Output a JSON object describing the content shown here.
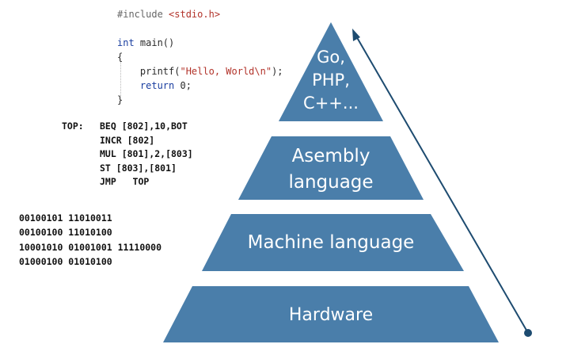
{
  "c_code": {
    "include_directive": "#include",
    "include_header": "<stdio.h>",
    "main_signature_kw": "int",
    "main_signature_rest": " main()",
    "open_brace": "{",
    "printf_call": "printf(",
    "printf_string": "\"Hello, World\\n\"",
    "printf_end": ");",
    "return_kw": "return",
    "return_rest": " 0;",
    "close_brace": "}"
  },
  "assembly": {
    "lines": [
      {
        "label": "TOP:",
        "instruction": "BEQ [802],10,BOT"
      },
      {
        "label": "",
        "instruction": "INCR [802]"
      },
      {
        "label": "",
        "instruction": "MUL [801],2,[803]"
      },
      {
        "label": "",
        "instruction": "ST [803],[801]"
      },
      {
        "label": "",
        "instruction": "JMP   TOP"
      }
    ]
  },
  "binary": {
    "lines": [
      "00100101 11010011",
      "00100100 11010100",
      "10001010 01001001 11110000",
      "01000100 01010100"
    ]
  },
  "pyramid": {
    "fill_color": "#4a7eaa",
    "arrow_color": "#1d4b70",
    "tiers": [
      {
        "lines": [
          "Go,",
          "PHP,",
          "C++..."
        ]
      },
      {
        "lines": [
          "Asembly",
          "language"
        ]
      },
      {
        "lines": [
          "Machine language"
        ]
      },
      {
        "lines": [
          "Hardware"
        ]
      }
    ]
  }
}
